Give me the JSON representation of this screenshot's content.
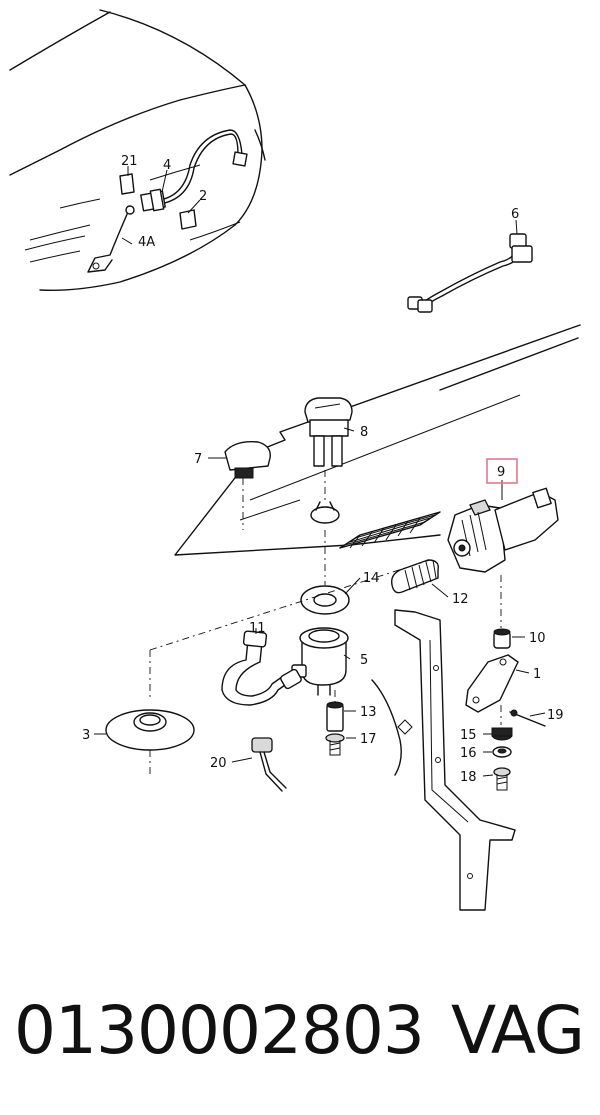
{
  "labels": {
    "l21": "21",
    "l4": "4",
    "l2": "2",
    "l4a": "4A",
    "l6": "6",
    "l8": "8",
    "l7": "7",
    "l9": "9",
    "l14": "14",
    "l12": "12",
    "l11": "11",
    "l5": "5",
    "l10": "10",
    "l1": "1",
    "l19": "19",
    "l13": "13",
    "l17": "17",
    "l15": "15",
    "l16": "16",
    "l18": "18",
    "l3": "3",
    "l20": "20"
  },
  "caption": {
    "part_number": "0130002803",
    "brand": "VAG"
  },
  "colors": {
    "highlight": "#e07a8a"
  }
}
